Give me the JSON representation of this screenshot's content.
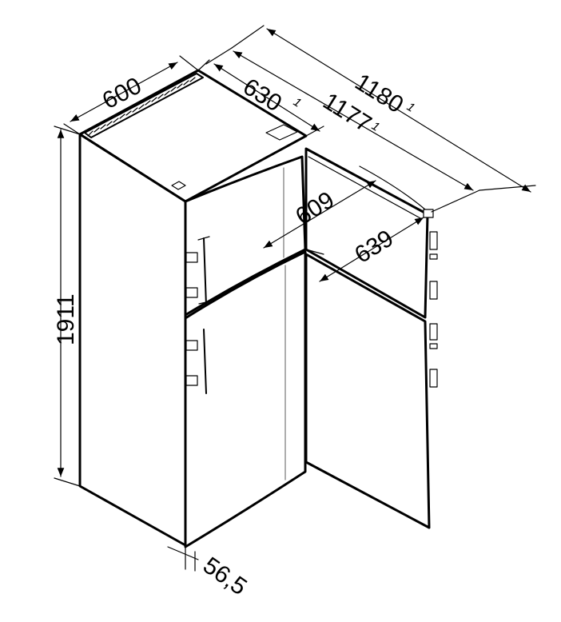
{
  "dimensions": {
    "width": "600",
    "depth": "630",
    "depth_note": "1",
    "depth_open_door": "1177",
    "depth_open_door_note": "1",
    "depth_open_door_total": "1180",
    "depth_open_door_total_note": "1",
    "inner_depth_1": "609",
    "inner_depth_2": "639",
    "height": "1911",
    "door_offset": "56,5"
  },
  "colors": {
    "line": "#000000",
    "background": "#ffffff"
  }
}
